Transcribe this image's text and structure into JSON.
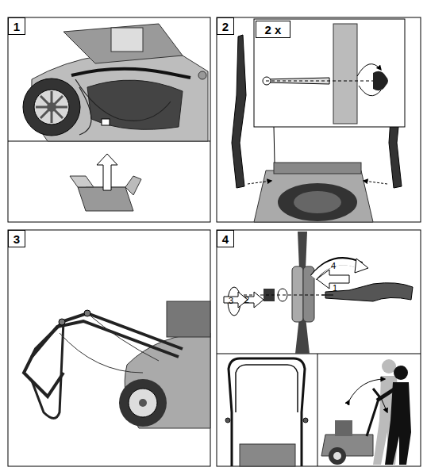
{
  "diagram": {
    "nodes": [
      {
        "text": [
          "1"
        ]
      },
      {
        "text": [
          "2"
        ]
      },
      {
        "text": [
          "2 x"
        ]
      },
      {
        "text": [
          "3"
        ]
      },
      {
        "text": [
          "4"
        ]
      }
    ],
    "labels": [
      "1",
      "2",
      "3",
      "4"
    ]
  }
}
